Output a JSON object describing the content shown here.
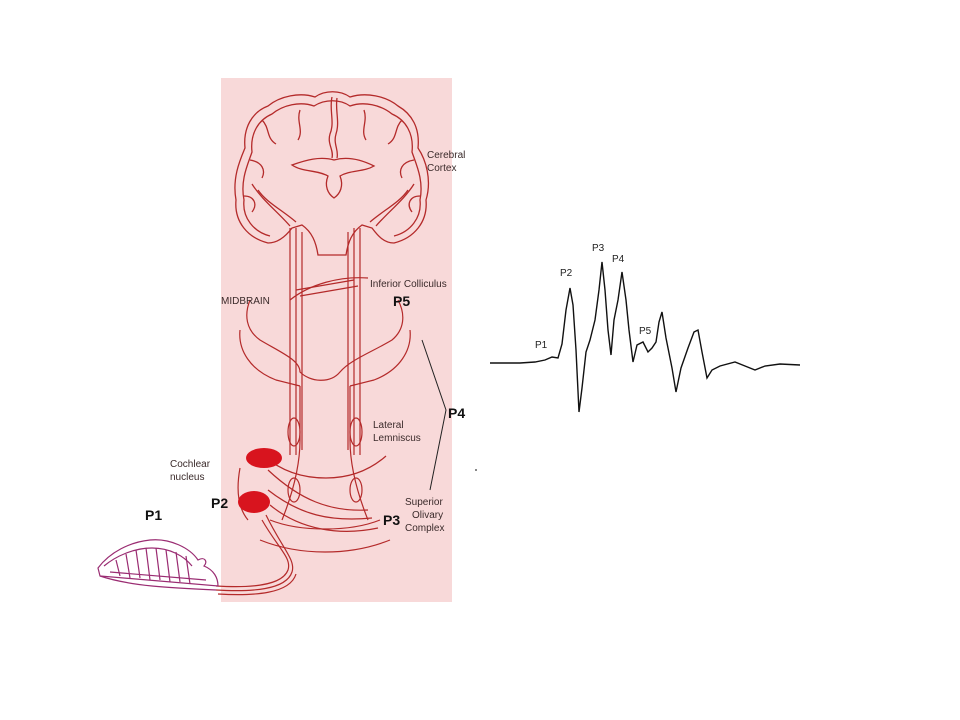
{
  "diagram": {
    "colors": {
      "panel": "#f8d9d9",
      "pathway": "#b42a2a",
      "nucleus": "#d8141e",
      "cochlea": "#9a2c72",
      "waveform": "#111111"
    },
    "labels": {
      "cerebral_cortex_1": "Cerebral",
      "cerebral_cortex_2": "Cortex",
      "inferior_colliculus": "Inferior Colliculus",
      "midbrain": "MIDBRAIN",
      "lateral_lemniscus_1": "Lateral",
      "lateral_lemniscus_2": "Lemniscus",
      "cochlear_nucleus_1": "Cochlear",
      "cochlear_nucleus_2": "nucleus",
      "superior_olivary_1": "Superior",
      "superior_olivary_2": "Olivary",
      "superior_olivary_3": "Complex",
      "p1": "P1",
      "p2": "P2",
      "p3": "P3",
      "p4": "P4",
      "p5": "P5"
    },
    "waveform_labels": {
      "p1": "P1",
      "p2": "P2",
      "p3": "P3",
      "p4": "P4",
      "p5": "P5"
    }
  }
}
